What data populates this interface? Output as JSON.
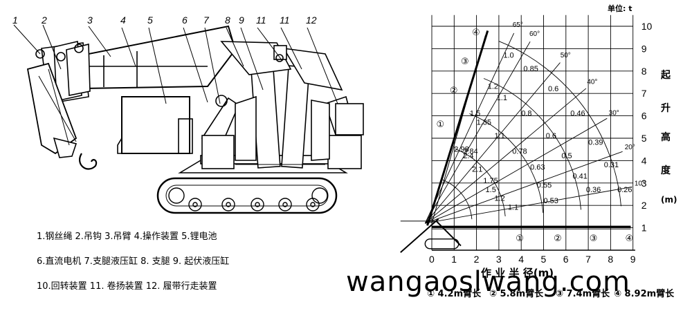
{
  "crane_drawing": {
    "callouts": [
      "1",
      "2",
      "3",
      "4",
      "5",
      "6",
      "7",
      "8",
      "9",
      "11",
      "11",
      "12"
    ]
  },
  "legend": {
    "line1": "1.钢丝绳 2.吊钩 3.吊臂 4.操作装置 5.锂电池",
    "line2": "6.直流电机 7.支腿液压缸  8. 支腿  9. 起伏液压缸",
    "line3": "10.回转装置  11. 卷扬装置  12. 履带行走装置"
  },
  "load_chart": {
    "unit_note": "单位: t",
    "y_title_chars": [
      "起",
      "升",
      "高",
      "度",
      "(m)"
    ],
    "x_title": "作 业 半 径(m)",
    "x_ticks": [
      "0",
      "1",
      "2",
      "3",
      "4",
      "5",
      "6",
      "7",
      "8",
      "9"
    ],
    "y_ticks": [
      "1",
      "2",
      "3",
      "4",
      "5",
      "6",
      "7",
      "8",
      "9",
      "10"
    ],
    "angles": [
      "65°",
      "60°",
      "50°",
      "40°",
      "30°",
      "20°",
      "10°"
    ],
    "capacities": [
      {
        "v": "1.0",
        "r": 3.2,
        "h": 8.6
      },
      {
        "v": "0.85",
        "r": 4.1,
        "h": 8.0
      },
      {
        "v": "0.6",
        "r": 5.2,
        "h": 7.1
      },
      {
        "v": "0.46",
        "r": 6.2,
        "h": 6.0
      },
      {
        "v": "0.39",
        "r": 7.0,
        "h": 4.7
      },
      {
        "v": "0.31",
        "r": 7.7,
        "h": 3.7
      },
      {
        "v": "0.26",
        "r": 8.3,
        "h": 2.6
      },
      {
        "v": "1.2",
        "r": 2.5,
        "h": 7.2
      },
      {
        "v": "1.1",
        "r": 2.9,
        "h": 6.7
      },
      {
        "v": "0.8",
        "r": 4.0,
        "h": 6.0
      },
      {
        "v": "0.6",
        "r": 5.1,
        "h": 5.0
      },
      {
        "v": "0.5",
        "r": 5.8,
        "h": 4.1
      },
      {
        "v": "0.41",
        "r": 6.3,
        "h": 3.2
      },
      {
        "v": "0.36",
        "r": 6.9,
        "h": 2.6
      },
      {
        "v": "1.5",
        "r": 1.7,
        "h": 6.0
      },
      {
        "v": "1.35",
        "r": 2.0,
        "h": 5.6
      },
      {
        "v": "1.1",
        "r": 2.8,
        "h": 5.0
      },
      {
        "v": "0.78",
        "r": 3.6,
        "h": 4.3
      },
      {
        "v": "0.63",
        "r": 4.4,
        "h": 3.6
      },
      {
        "v": "0.55",
        "r": 4.7,
        "h": 2.8
      },
      {
        "v": "0.53",
        "r": 5.0,
        "h": 2.1
      },
      {
        "v": "2.98",
        "r": 1.0,
        "h": 4.4
      },
      {
        "v": "2.4",
        "r": 1.4,
        "h": 4.1
      },
      {
        "v": "2.1",
        "r": 1.8,
        "h": 3.5
      },
      {
        "v": "1.75",
        "r": 2.3,
        "h": 3.0
      },
      {
        "v": "1.5",
        "r": 2.4,
        "h": 2.6
      },
      {
        "v": "1.2",
        "r": 2.8,
        "h": 2.2
      },
      {
        "v": "1.1",
        "r": 3.4,
        "h": 1.8
      },
      {
        "v": "2.84",
        "r": 1.4,
        "h": 4.3
      }
    ],
    "boom_sections": [
      "①",
      "②",
      "③",
      "④"
    ],
    "captions": [
      {
        "num": "①",
        "text": "4.2m臂长"
      },
      {
        "num": "②",
        "text": "5.8m臂长"
      },
      {
        "num": "③",
        "text": "7.4m臂长"
      },
      {
        "num": "④",
        "text": "8.92m臂长"
      }
    ]
  },
  "watermark": "wangaoslwang.com"
}
